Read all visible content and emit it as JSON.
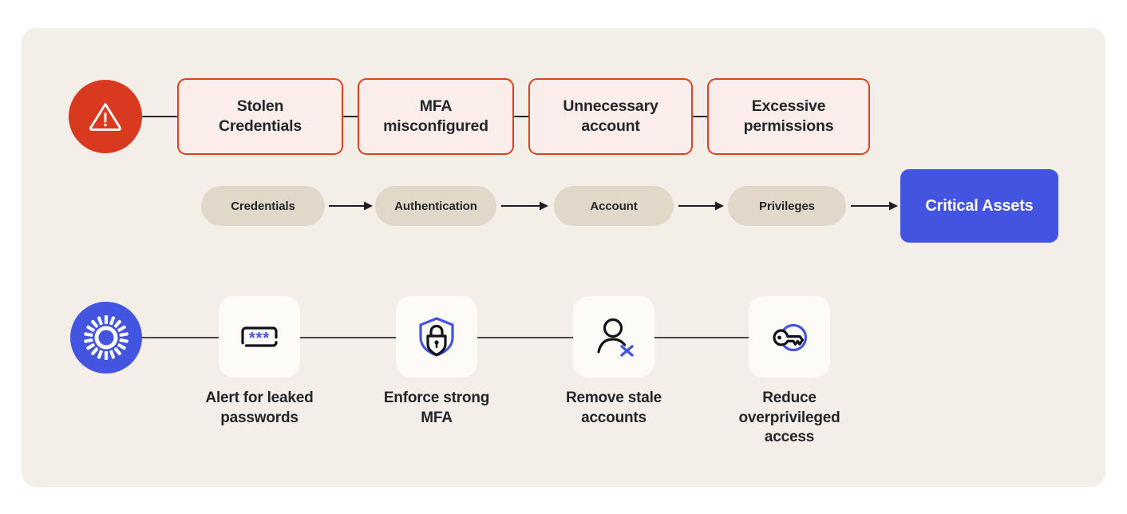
{
  "diagram": {
    "title": "Identity attack path and remediation diagram",
    "colors": {
      "page_background": "#FFFFFF",
      "panel_background": "#F3EEE7",
      "alert_red": "#D9391F",
      "attack_box_border": "#DC4122",
      "attack_box_fill": "#FBEDEA",
      "pill_fill": "#E2D8C9",
      "accent_blue": "#4254E0",
      "card_fill": "#FDFBF7",
      "text_dark": "#22262B",
      "text_white": "#FFFFFF"
    }
  },
  "attack_row": {
    "alert_icon": "warning-triangle-icon",
    "boxes": [
      {
        "label": "Stolen\nCredentials",
        "line1": "Stolen",
        "line2": "Credentials"
      },
      {
        "label": "MFA misconfigured",
        "line1": "MFA",
        "line2": "misconfigured"
      },
      {
        "label": "Unnecessary account",
        "line1": "Unnecessary",
        "line2": "account"
      },
      {
        "label": "Excessive permissions",
        "line1": "Excessive",
        "line2": "permissions"
      }
    ]
  },
  "kill_chain": {
    "stages": [
      {
        "label": "Credentials"
      },
      {
        "label": "Authentication"
      },
      {
        "label": "Account"
      },
      {
        "label": "Privileges"
      }
    ],
    "target": {
      "label": "Critical Assets"
    },
    "arrow_icon": "arrow-right-icon"
  },
  "remediation_row": {
    "source_icon": "burst-radiate-icon",
    "items": [
      {
        "icon": "password-asterisks-icon",
        "label": "Alert for leaked passwords",
        "line1": "Alert for leaked",
        "line2": "passwords",
        "line3": ""
      },
      {
        "icon": "shield-lock-icon",
        "label": "Enforce strong MFA",
        "line1": "Enforce strong",
        "line2": "MFA",
        "line3": ""
      },
      {
        "icon": "user-remove-icon",
        "label": "Remove stale accounts",
        "line1": "Remove stale",
        "line2": "accounts",
        "line3": ""
      },
      {
        "icon": "key-circle-icon",
        "label": "Reduce overprivileged access",
        "line1": "Reduce",
        "line2": "overprivileged",
        "line3": "access"
      }
    ]
  }
}
